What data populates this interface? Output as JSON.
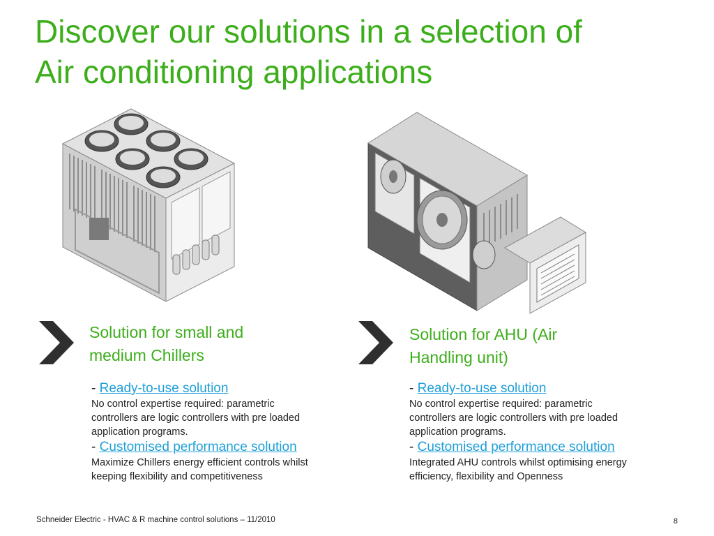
{
  "title": {
    "line1": "Discover our solutions in a selection of",
    "line2": "Air conditioning applications"
  },
  "icons": {
    "chevron": "chevron-right-icon",
    "chiller": "chiller-unit-illustration",
    "ahu": "air-handling-unit-illustration"
  },
  "colors": {
    "title": "#3dae1b",
    "link": "#1e9fd8",
    "chevron": "#2f2f2f"
  },
  "left": {
    "heading_line1": "Solution for small and",
    "heading_line2": "medium Chillers",
    "bullet1_dash": "-",
    "bullet1_link": "Ready-to-use solution",
    "desc1_line1": "No control expertise required: parametric",
    "desc1_line2": "controllers are logic controllers with pre loaded",
    "desc1_line3": "application programs.",
    "bullet2_dash": "-",
    "bullet2_link": "Customised performance solution",
    "desc2_line1": "Maximize Chillers energy efficient controls whilst",
    "desc2_line2": "keeping flexibility and competitiveness"
  },
  "right": {
    "heading_line1": "Solution for AHU (Air",
    "heading_line2": "Handling unit)",
    "bullet1_dash": "-",
    "bullet1_link": "Ready-to-use solution",
    "desc1_line1": "No control expertise required: parametric",
    "desc1_line2": "controllers are logic controllers with pre loaded",
    "desc1_line3": "application programs.",
    "bullet2_dash": "-",
    "bullet2_link": "Customised performance solution",
    "desc2_line1": "Integrated AHU controls whilst optimising energy",
    "desc2_line2": "efficiency, flexibility and Openness"
  },
  "footer": {
    "text": "Schneider Electric - HVAC & R machine control solutions – 11/2010",
    "page": "8"
  }
}
